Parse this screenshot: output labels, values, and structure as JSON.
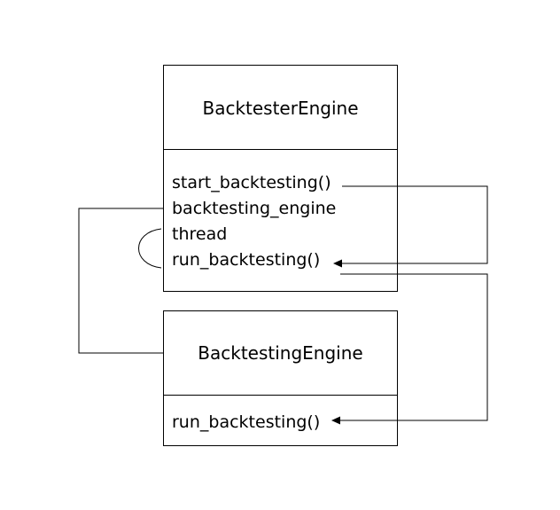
{
  "classes": {
    "backtester_engine": {
      "name": "BacktesterEngine",
      "members": [
        "start_backtesting()",
        "backtesting_engine",
        "thread",
        "run_backtesting()"
      ]
    },
    "backtesting_engine": {
      "name": "BacktestingEngine",
      "members": [
        "run_backtesting()"
      ]
    }
  },
  "colors": {
    "line": "#000000",
    "background": "#ffffff"
  }
}
